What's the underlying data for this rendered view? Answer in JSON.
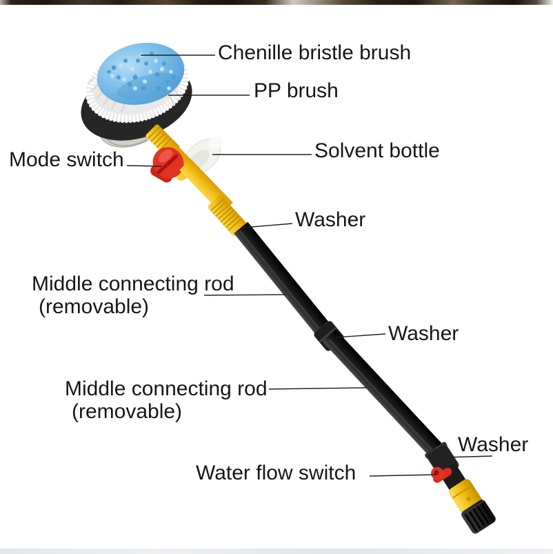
{
  "diagram": {
    "labels": {
      "chenille": "Chenille bristle brush",
      "pp_brush": "PP brush",
      "mode_switch": "Mode switch",
      "solvent_bottle": "Solvent bottle",
      "washer_top": "Washer",
      "rod_upper": "Middle connecting rod",
      "rod_upper_note": "(removable)",
      "washer_middle": "Washer",
      "rod_lower": "Middle connecting rod",
      "rod_lower_note": "(removable)",
      "washer_bottom": "Washer",
      "water_flow_switch": "Water flow switch"
    },
    "colors": {
      "chenille_blue": "#7fc0ea",
      "bristle_white": "#f2f2f0",
      "handle_yellow": "#f3c01b",
      "switch_red": "#e03122",
      "rod_black": "#1a1a1a",
      "label_text": "#161616"
    }
  }
}
